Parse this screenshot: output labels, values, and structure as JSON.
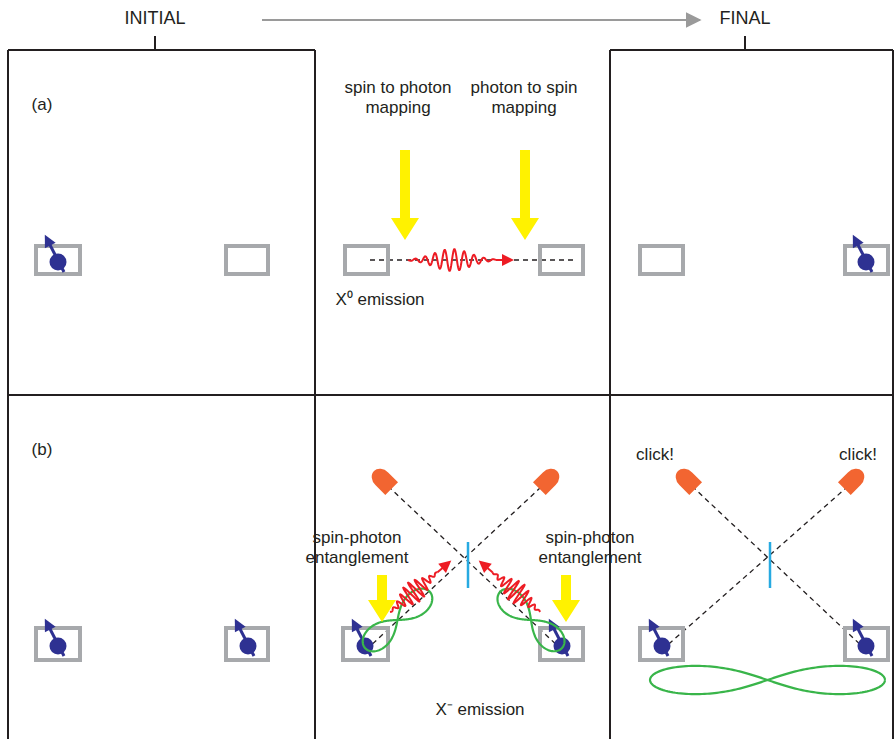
{
  "diagram": {
    "labels": [
      "INITIAL",
      "FINAL",
      "(a)",
      "spin to photon mapping",
      "photon to spin mapping",
      "X⁰ emission",
      "(b)",
      "spin-photon entanglement",
      "spin-photon entanglement",
      "X⁻ emission",
      "click!",
      "click!"
    ]
  }
}
